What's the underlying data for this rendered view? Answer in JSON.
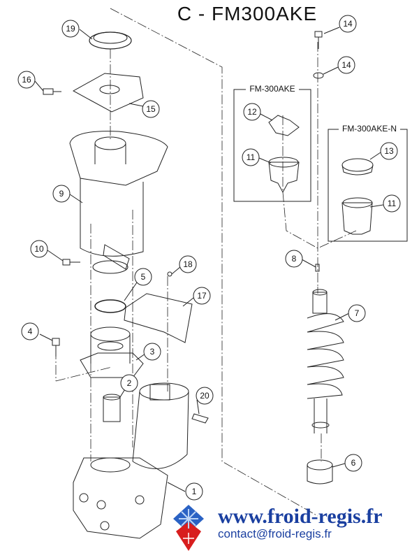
{
  "title": "C - FM300AKE",
  "boxes": {
    "left_label": "FM-300AKE",
    "right_label": "FM-300AKE-N"
  },
  "callouts": [
    "1",
    "2",
    "3",
    "4",
    "5",
    "6",
    "7",
    "8",
    "9",
    "10",
    "11",
    "11",
    "12",
    "13",
    "14",
    "14",
    "15",
    "16",
    "17",
    "18",
    "19",
    "20"
  ],
  "website": "www.froid-regis.fr",
  "contact": "contact@froid-regis.fr",
  "colors": {
    "brand_blue": "#1a3fa0",
    "logo_red": "#d81e1e",
    "logo_blue": "#2a62c4"
  }
}
